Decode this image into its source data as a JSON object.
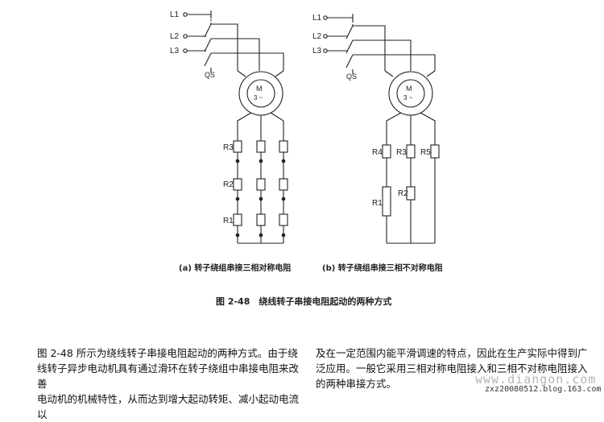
{
  "figure": {
    "left": {
      "lines": [
        "L1",
        "L2",
        "L3"
      ],
      "switch_label": "QS",
      "motor": {
        "name": "M",
        "phase": "3 ~"
      },
      "resistors": [
        "R3",
        "R2",
        "R1"
      ],
      "caption": "(a) 转子绕组串接三相对称电阻"
    },
    "right": {
      "lines": [
        "L1",
        "L2",
        "L3"
      ],
      "switch_label": "QS",
      "motor": {
        "name": "M",
        "phase": "3 ~"
      },
      "resistors": [
        "R4",
        "R3",
        "R5",
        "R2",
        "R1"
      ],
      "caption": "(b) 转子绕组串接三相不对称电阻"
    },
    "title": "图 2-48　绕线转子串接电阻起动的两种方式"
  },
  "paragraph": {
    "left_lines": [
      "图 2-48 所示为绕线转子串接电阻起动的两种方式。由于绕",
      "线转子异步电动机具有通过滑环在转子绕组中串接电阻来改善",
      "电动机的机械特性，从而达到增大起动转矩、减小起动电流以"
    ],
    "right_lines": [
      "及在一定范围内能平滑调速的特点，因此在生产实际中得到广",
      "泛应用。一般它采用三相对称电阻接入和三相不对称电阻接入",
      "的两种串接方式。"
    ]
  },
  "watermark": "www.diangon.com",
  "blog": "zxz20080512.blog.163.com"
}
